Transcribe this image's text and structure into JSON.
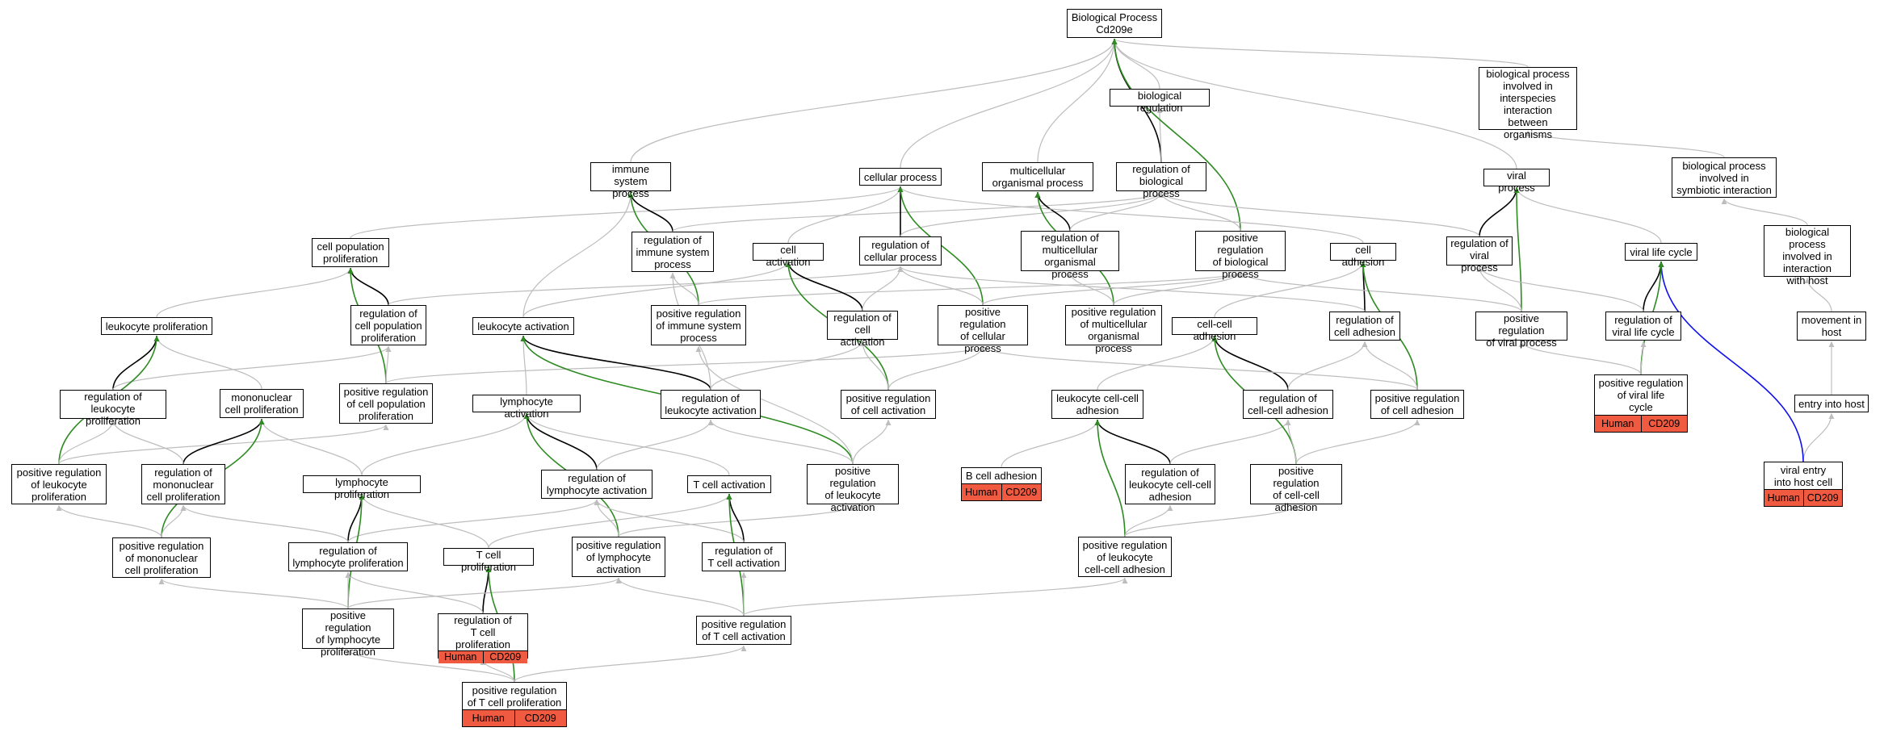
{
  "colors": {
    "is_a": "#bdbdbd",
    "part_of": "#000000",
    "positively_regulates": "#2e8b22",
    "viral_edge": "#1010ee",
    "annotation_fill": "#f05a40"
  },
  "nodes": {
    "bp": {
      "label": "Biological Process\nCd209e"
    },
    "breg": {
      "label": "biological regulation"
    },
    "bpinter": {
      "label": "biological process\ninvolved in\ninterspecies\ninteraction\nbetween organisms"
    },
    "immsys": {
      "label": "immune system\nprocess"
    },
    "cellproc": {
      "label": "cellular process"
    },
    "multi": {
      "label": "multicellular\norganismal process"
    },
    "regbio": {
      "label": "regulation of\nbiological process"
    },
    "viralproc": {
      "label": "viral process"
    },
    "bpsymb": {
      "label": "biological process\ninvolved in\nsymbiotic interaction"
    },
    "cpp": {
      "label": "cell population\nproliferation"
    },
    "regimm": {
      "label": "regulation of\nimmune system\nprocess"
    },
    "cellact": {
      "label": "cell activation"
    },
    "regcell": {
      "label": "regulation of\ncellular process"
    },
    "regmulti": {
      "label": "regulation of\nmulticellular\norganismal process"
    },
    "posregbio": {
      "label": "positive regulation\nof biological\nprocess"
    },
    "celladh": {
      "label": "cell adhesion"
    },
    "regviral": {
      "label": "regulation of\nviral process"
    },
    "vlc": {
      "label": "viral life cycle"
    },
    "bphost": {
      "label": "biological process\ninvolved in\ninteraction\nwith host"
    },
    "leukprol": {
      "label": "leukocyte proliferation"
    },
    "regcpp": {
      "label": "regulation of\ncell population\nproliferation"
    },
    "leukact": {
      "label": "leukocyte activation"
    },
    "posregimm": {
      "label": "positive regulation\nof immune system\nprocess"
    },
    "regcellact": {
      "label": "regulation of\ncell activation"
    },
    "posregcell": {
      "label": "positive regulation\nof cellular\nprocess"
    },
    "posregmulti": {
      "label": "positive regulation\nof multicellular\norganismal process"
    },
    "ccadh": {
      "label": "cell-cell adhesion"
    },
    "regcelladh": {
      "label": "regulation of\ncell adhesion"
    },
    "posregviral": {
      "label": "positive regulation\nof viral process"
    },
    "regvlc": {
      "label": "regulation of\nviral life cycle"
    },
    "movhost": {
      "label": "movement in\nhost"
    },
    "regleukprol": {
      "label": "regulation of\nleukocyte proliferation"
    },
    "mononuc": {
      "label": "mononuclear\ncell proliferation"
    },
    "posregcpp": {
      "label": "positive regulation\nof cell population\nproliferation"
    },
    "lymphact": {
      "label": "lymphocyte activation"
    },
    "regleukact": {
      "label": "regulation of\nleukocyte activation"
    },
    "posregcellact": {
      "label": "positive regulation\nof cell activation"
    },
    "leukccadh": {
      "label": "leukocyte cell-cell\nadhesion"
    },
    "regccadh": {
      "label": "regulation of\ncell-cell adhesion"
    },
    "posregcelladh": {
      "label": "positive regulation\nof cell adhesion"
    },
    "posregvlc": {
      "label": "positive regulation\nof viral life\ncycle",
      "annotation": [
        "Human",
        "CD209"
      ]
    },
    "entryhost": {
      "label": "entry into host"
    },
    "posregleukprol": {
      "label": "positive regulation\nof leukocyte\nproliferation"
    },
    "regmononuc": {
      "label": "regulation of\nmononuclear\ncell proliferation"
    },
    "lymphprol": {
      "label": "lymphocyte proliferation"
    },
    "reglymphact": {
      "label": "regulation of\nlymphocyte activation"
    },
    "tcellact": {
      "label": "T cell activation"
    },
    "posregleukact": {
      "label": "positive regulation\nof leukocyte\nactivation"
    },
    "bcelladh": {
      "label": "B cell adhesion",
      "annotation": [
        "Human",
        "CD209"
      ]
    },
    "regleukccadh": {
      "label": "regulation of\nleukocyte cell-cell\nadhesion"
    },
    "posregccadh": {
      "label": "positive regulation\nof cell-cell\nadhesion"
    },
    "viralentry": {
      "label": "viral entry\ninto host cell",
      "annotation": [
        "Human",
        "CD209"
      ]
    },
    "posregmononuc": {
      "label": "positive regulation\nof mononuclear\ncell proliferation"
    },
    "reglymphprol": {
      "label": "regulation of\nlymphocyte proliferation"
    },
    "tcellprol": {
      "label": "T cell proliferation"
    },
    "posreglymphact": {
      "label": "positive regulation\nof lymphocyte\nactivation"
    },
    "regtcellact": {
      "label": "regulation of\nT cell activation"
    },
    "posregleukccadh": {
      "label": "positive regulation\nof leukocyte\ncell-cell adhesion"
    },
    "regtcellprol": {
      "label": "regulation of\nT cell proliferation",
      "annotation": [
        "Human",
        "CD209"
      ]
    },
    "posreglymphprol": {
      "label": "positive regulation\nof lymphocyte\nproliferation"
    },
    "posregtcellact": {
      "label": "positive regulation\nof T cell activation"
    },
    "posregtcellprol": {
      "label": "positive regulation\nof T cell proliferation",
      "annotation": [
        "Human",
        "CD209"
      ]
    }
  },
  "edges": [
    [
      "breg",
      "bp",
      "is_a"
    ],
    [
      "bpinter",
      "bp",
      "is_a"
    ],
    [
      "immsys",
      "bp",
      "is_a"
    ],
    [
      "cellproc",
      "bp",
      "is_a"
    ],
    [
      "multi",
      "bp",
      "is_a"
    ],
    [
      "regbio",
      "bp",
      "part_of"
    ],
    [
      "regbio",
      "breg",
      "is_a"
    ],
    [
      "viralproc",
      "bp",
      "is_a"
    ],
    [
      "posregbio",
      "bp",
      "positively_regulates"
    ],
    [
      "bpsymb",
      "bpinter",
      "is_a"
    ],
    [
      "bphost",
      "bpsymb",
      "is_a"
    ],
    [
      "movhost",
      "bphost",
      "is_a"
    ],
    [
      "entryhost",
      "movhost",
      "is_a"
    ],
    [
      "viralentry",
      "entryhost",
      "is_a"
    ],
    [
      "viralentry",
      "vlc",
      "viral_edge"
    ],
    [
      "cpp",
      "cellproc",
      "is_a"
    ],
    [
      "regimm",
      "immsys",
      "part_of"
    ],
    [
      "regimm",
      "regbio",
      "is_a"
    ],
    [
      "cellact",
      "cellproc",
      "is_a"
    ],
    [
      "regcell",
      "cellproc",
      "part_of"
    ],
    [
      "regcell",
      "regbio",
      "is_a"
    ],
    [
      "regmulti",
      "multi",
      "part_of"
    ],
    [
      "regmulti",
      "regbio",
      "is_a"
    ],
    [
      "posregbio",
      "regbio",
      "is_a"
    ],
    [
      "celladh",
      "cellproc",
      "is_a"
    ],
    [
      "regviral",
      "viralproc",
      "part_of"
    ],
    [
      "regviral",
      "regbio",
      "is_a"
    ],
    [
      "vlc",
      "viralproc",
      "is_a"
    ],
    [
      "leukprol",
      "cpp",
      "is_a"
    ],
    [
      "regcpp",
      "cpp",
      "part_of"
    ],
    [
      "regcpp",
      "regcell",
      "is_a"
    ],
    [
      "leukact",
      "immsys",
      "is_a"
    ],
    [
      "leukact",
      "cellact",
      "is_a"
    ],
    [
      "posregimm",
      "immsys",
      "positively_regulates"
    ],
    [
      "posregimm",
      "regimm",
      "is_a"
    ],
    [
      "posregimm",
      "posregbio",
      "is_a"
    ],
    [
      "regcellact",
      "cellact",
      "part_of"
    ],
    [
      "regcellact",
      "regcell",
      "is_a"
    ],
    [
      "posregcell",
      "cellproc",
      "positively_regulates"
    ],
    [
      "posregcell",
      "regcell",
      "is_a"
    ],
    [
      "posregcell",
      "posregbio",
      "is_a"
    ],
    [
      "posregmulti",
      "multi",
      "positively_regulates"
    ],
    [
      "posregmulti",
      "regmulti",
      "is_a"
    ],
    [
      "posregmulti",
      "posregbio",
      "is_a"
    ],
    [
      "ccadh",
      "celladh",
      "is_a"
    ],
    [
      "regcelladh",
      "celladh",
      "part_of"
    ],
    [
      "regcelladh",
      "regcell",
      "is_a"
    ],
    [
      "posregviral",
      "viralproc",
      "positively_regulates"
    ],
    [
      "posregviral",
      "regviral",
      "is_a"
    ],
    [
      "posregviral",
      "posregbio",
      "is_a"
    ],
    [
      "regvlc",
      "vlc",
      "part_of"
    ],
    [
      "regvlc",
      "regviral",
      "is_a"
    ],
    [
      "regleukprol",
      "leukprol",
      "part_of"
    ],
    [
      "regleukprol",
      "regcpp",
      "is_a"
    ],
    [
      "mononuc",
      "leukprol",
      "is_a"
    ],
    [
      "posregcpp",
      "cpp",
      "positively_regulates"
    ],
    [
      "posregcpp",
      "regcpp",
      "is_a"
    ],
    [
      "posregcpp",
      "posregcell",
      "is_a"
    ],
    [
      "lymphact",
      "leukact",
      "is_a"
    ],
    [
      "regleukact",
      "leukact",
      "part_of"
    ],
    [
      "regleukact",
      "regcellact",
      "is_a"
    ],
    [
      "regleukact",
      "regimm",
      "is_a"
    ],
    [
      "posregcellact",
      "cellact",
      "positively_regulates"
    ],
    [
      "posregcellact",
      "regcellact",
      "is_a"
    ],
    [
      "posregcellact",
      "posregcell",
      "is_a"
    ],
    [
      "leukccadh",
      "ccadh",
      "is_a"
    ],
    [
      "regccadh",
      "ccadh",
      "part_of"
    ],
    [
      "regccadh",
      "regcelladh",
      "is_a"
    ],
    [
      "posregcelladh",
      "celladh",
      "positively_regulates"
    ],
    [
      "posregcelladh",
      "regcelladh",
      "is_a"
    ],
    [
      "posregcelladh",
      "posregcell",
      "is_a"
    ],
    [
      "posregvlc",
      "vlc",
      "positively_regulates"
    ],
    [
      "posregvlc",
      "regvlc",
      "is_a"
    ],
    [
      "posregvlc",
      "posregviral",
      "is_a"
    ],
    [
      "posregleukprol",
      "leukprol",
      "positively_regulates"
    ],
    [
      "posregleukprol",
      "regleukprol",
      "is_a"
    ],
    [
      "posregleukprol",
      "posregcpp",
      "is_a"
    ],
    [
      "regmononuc",
      "mononuc",
      "part_of"
    ],
    [
      "regmononuc",
      "regleukprol",
      "is_a"
    ],
    [
      "lymphprol",
      "mononuc",
      "is_a"
    ],
    [
      "lymphprol",
      "lymphact",
      "is_a"
    ],
    [
      "reglymphact",
      "lymphact",
      "part_of"
    ],
    [
      "reglymphact",
      "regleukact",
      "is_a"
    ],
    [
      "tcellact",
      "lymphact",
      "is_a"
    ],
    [
      "posregleukact",
      "leukact",
      "positively_regulates"
    ],
    [
      "posregleukact",
      "regleukact",
      "is_a"
    ],
    [
      "posregleukact",
      "posregcellact",
      "is_a"
    ],
    [
      "posregleukact",
      "posregimm",
      "is_a"
    ],
    [
      "bcelladh",
      "leukccadh",
      "is_a"
    ],
    [
      "regleukccadh",
      "leukccadh",
      "part_of"
    ],
    [
      "regleukccadh",
      "regccadh",
      "is_a"
    ],
    [
      "posregccadh",
      "ccadh",
      "positively_regulates"
    ],
    [
      "posregccadh",
      "regccadh",
      "is_a"
    ],
    [
      "posregccadh",
      "posregcelladh",
      "is_a"
    ],
    [
      "posregmononuc",
      "mononuc",
      "positively_regulates"
    ],
    [
      "posregmononuc",
      "regmononuc",
      "is_a"
    ],
    [
      "posregmononuc",
      "posregleukprol",
      "is_a"
    ],
    [
      "reglymphprol",
      "lymphprol",
      "part_of"
    ],
    [
      "reglymphprol",
      "regmononuc",
      "is_a"
    ],
    [
      "reglymphprol",
      "reglymphact",
      "is_a"
    ],
    [
      "tcellprol",
      "lymphprol",
      "is_a"
    ],
    [
      "tcellprol",
      "tcellact",
      "is_a"
    ],
    [
      "posreglymphact",
      "lymphact",
      "positively_regulates"
    ],
    [
      "posreglymphact",
      "reglymphact",
      "is_a"
    ],
    [
      "posreglymphact",
      "posregleukact",
      "is_a"
    ],
    [
      "regtcellact",
      "tcellact",
      "part_of"
    ],
    [
      "regtcellact",
      "reglymphact",
      "is_a"
    ],
    [
      "posregleukccadh",
      "leukccadh",
      "positively_regulates"
    ],
    [
      "posregleukccadh",
      "regleukccadh",
      "is_a"
    ],
    [
      "posregleukccadh",
      "posregccadh",
      "is_a"
    ],
    [
      "regtcellprol",
      "tcellprol",
      "part_of"
    ],
    [
      "regtcellprol",
      "reglymphprol",
      "is_a"
    ],
    [
      "posreglymphprol",
      "lymphprol",
      "positively_regulates"
    ],
    [
      "posreglymphprol",
      "reglymphprol",
      "is_a"
    ],
    [
      "posreglymphprol",
      "posregmononuc",
      "is_a"
    ],
    [
      "posreglymphprol",
      "posreglymphact",
      "is_a"
    ],
    [
      "posregtcellact",
      "tcellact",
      "positively_regulates"
    ],
    [
      "posregtcellact",
      "regtcellact",
      "is_a"
    ],
    [
      "posregtcellact",
      "posreglymphact",
      "is_a"
    ],
    [
      "posregtcellact",
      "posregleukccadh",
      "is_a"
    ],
    [
      "posregtcellprol",
      "tcellprol",
      "positively_regulates"
    ],
    [
      "posregtcellprol",
      "regtcellprol",
      "is_a"
    ],
    [
      "posregtcellprol",
      "posreglymphprol",
      "is_a"
    ],
    [
      "posregtcellprol",
      "posregtcellact",
      "is_a"
    ]
  ]
}
